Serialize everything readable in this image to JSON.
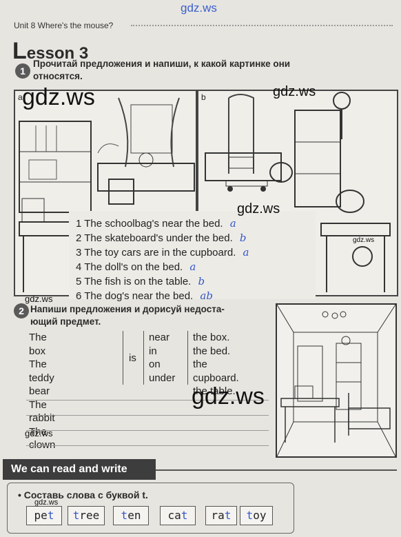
{
  "watermarks": {
    "top": "gdz.ws",
    "pic_a": "gdz.ws",
    "pic_b": "gdz.ws",
    "middle": "gdz.ws",
    "right_small": "gdz.ws",
    "task2_left": "gdz.ws",
    "big_center": "gdz.ws",
    "lower_left": "gdz.ws",
    "bottom_words": "gdz.ws"
  },
  "header": {
    "unit": "Unit 8  Where's the mouse?",
    "lesson_first": "L",
    "lesson_rest": "esson 3"
  },
  "task1": {
    "number": "1",
    "text_line1": "Прочитай предложения и напиши, к какой картинке они",
    "text_line2": "относятся.",
    "pic_a_label": "a",
    "pic_b_label": "b",
    "sentences": [
      {
        "text": "1 The schoolbag's near the bed.",
        "answer": "a"
      },
      {
        "text": "2 The skateboard's under the bed.",
        "answer": "b"
      },
      {
        "text": "3 The toy cars are in the cupboard.",
        "answer": "a"
      },
      {
        "text": "4 The doll's on the bed.",
        "answer": "a"
      },
      {
        "text": "5 The fish is on the table.",
        "answer": "b"
      },
      {
        "text": "6 The dog's near the bed.",
        "answer": "ab"
      }
    ]
  },
  "task2": {
    "number": "2",
    "text_line1": "Напиши предложения и дорисуй недоста-",
    "text_line2": "ющий предмет.",
    "subjects": [
      "The box",
      "The teddy bear",
      "The rabbit",
      "The clown"
    ],
    "verb": "is",
    "prepositions": [
      "near",
      "in",
      "on",
      "under"
    ],
    "places": [
      "the box.",
      "the bed.",
      "the cupboard.",
      "the table."
    ]
  },
  "read_write": {
    "banner": "We can read and write",
    "instruction": "• Составь слова с буквой t.",
    "words": [
      {
        "pre": "pe",
        "hand": "t",
        "post": ""
      },
      {
        "pre": "",
        "hand": "t",
        "post": "ree"
      },
      {
        "pre": "",
        "hand": "t",
        "post": "en"
      },
      {
        "pre": "ca",
        "hand": "t",
        "post": ""
      },
      {
        "pre": "ra",
        "hand": "t",
        "post": ""
      },
      {
        "pre": "",
        "hand": "t",
        "post": "oy"
      }
    ]
  }
}
